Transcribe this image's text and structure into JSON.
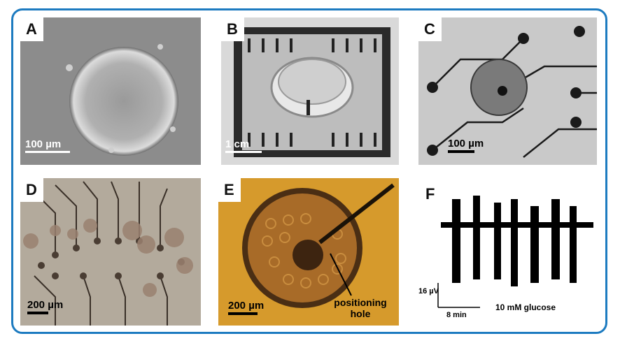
{
  "panels": {
    "a": {
      "label": "A",
      "scale": "100 µm"
    },
    "b": {
      "label": "B",
      "scale": "1 cm"
    },
    "c": {
      "label": "C",
      "scale": "100 µm"
    },
    "d": {
      "label": "D",
      "scale": "200 µm"
    },
    "e": {
      "label": "E",
      "scale": "200 µm",
      "annotation_line1": "positioning",
      "annotation_line2": "hole"
    },
    "f": {
      "label": "F",
      "voltage_scale": "16 µV",
      "time_scale": "8 min",
      "condition": "10 mM glucose"
    }
  },
  "colors": {
    "frame": "#1d7bc0",
    "panel_e_bg": "#d69a2c"
  }
}
